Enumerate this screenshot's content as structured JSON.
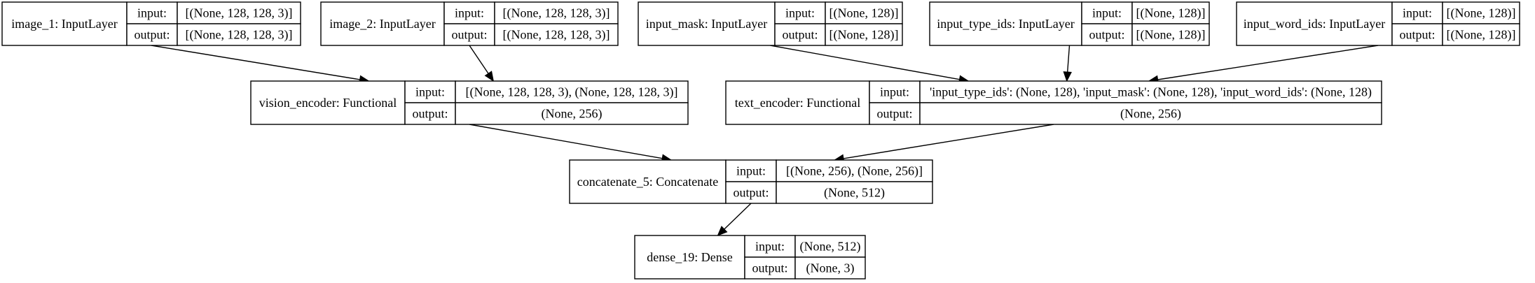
{
  "nodes": [
    {
      "id": "image_1",
      "name": "image_1: InputLayer",
      "input": "input:",
      "input_shape": "[(None, 128, 128, 3)]",
      "output": "output:",
      "output_shape": "[(None, 128, 128, 3)]"
    },
    {
      "id": "image_2",
      "name": "image_2: InputLayer",
      "input": "input:",
      "input_shape": "[(None, 128, 128, 3)]",
      "output": "output:",
      "output_shape": "[(None, 128, 128, 3)]"
    },
    {
      "id": "input_mask",
      "name": "input_mask: InputLayer",
      "input": "input:",
      "input_shape": "[(None, 128)]",
      "output": "output:",
      "output_shape": "[(None, 128)]"
    },
    {
      "id": "input_type_ids",
      "name": "input_type_ids: InputLayer",
      "input": "input:",
      "input_shape": "[(None, 128)]",
      "output": "output:",
      "output_shape": "[(None, 128)]"
    },
    {
      "id": "input_word_ids",
      "name": "input_word_ids: InputLayer",
      "input": "input:",
      "input_shape": "[(None, 128)]",
      "output": "output:",
      "output_shape": "[(None, 128)]"
    },
    {
      "id": "vision_encoder",
      "name": "vision_encoder: Functional",
      "input": "input:",
      "input_shape": "[(None, 128, 128, 3), (None, 128, 128, 3)]",
      "output": "output:",
      "output_shape": "(None, 256)"
    },
    {
      "id": "text_encoder",
      "name": "text_encoder: Functional",
      "input": "input:",
      "input_shape": "'input_type_ids': (None, 128), 'input_mask': (None, 128), 'input_word_ids': (None, 128)",
      "output": "output:",
      "output_shape": "(None, 256)"
    },
    {
      "id": "concatenate_5",
      "name": "concatenate_5: Concatenate",
      "input": "input:",
      "input_shape": "[(None, 256), (None, 256)]",
      "output": "output:",
      "output_shape": "(None, 512)"
    },
    {
      "id": "dense_19",
      "name": "dense_19: Dense",
      "input": "input:",
      "input_shape": "(None, 512)",
      "output": "output:",
      "output_shape": "(None, 3)"
    }
  ],
  "edges": [
    {
      "from": "image_1",
      "to": "vision_encoder"
    },
    {
      "from": "image_2",
      "to": "vision_encoder"
    },
    {
      "from": "input_mask",
      "to": "text_encoder"
    },
    {
      "from": "input_type_ids",
      "to": "text_encoder"
    },
    {
      "from": "input_word_ids",
      "to": "text_encoder"
    },
    {
      "from": "vision_encoder",
      "to": "concatenate_5"
    },
    {
      "from": "text_encoder",
      "to": "concatenate_5"
    },
    {
      "from": "concatenate_5",
      "to": "dense_19"
    }
  ]
}
